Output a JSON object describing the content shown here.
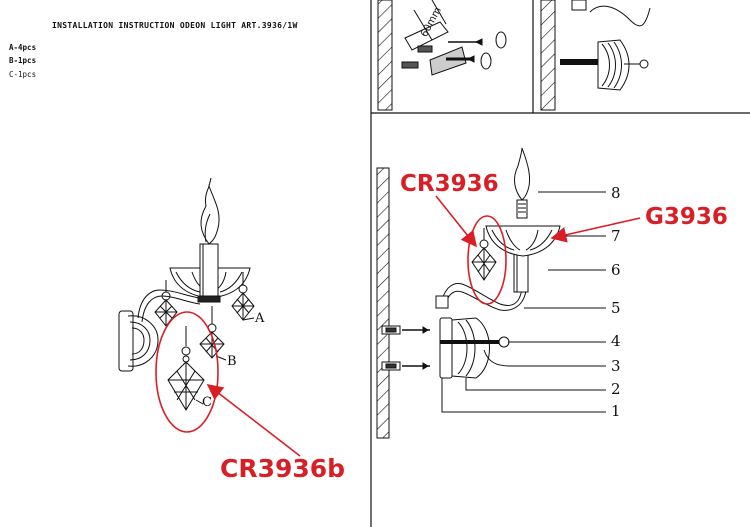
{
  "header": {
    "title": "INSTALLATION INSTRUCTION ODEON LIGHT ART.3936/1W"
  },
  "parts_list": [
    {
      "text": "A-4pcs",
      "bold": true
    },
    {
      "text": "B-1pcs",
      "bold": true
    },
    {
      "text": "C-1pcs",
      "bold": false
    }
  ],
  "left_labels": {
    "a": "A",
    "b": "B",
    "c": "C"
  },
  "red_labels": {
    "pendant_left": "CR3936b",
    "pendant_right": "CR3936",
    "bobeche": "G3936"
  },
  "dimension": "60mm",
  "callouts": [
    "1",
    "2",
    "3",
    "4",
    "5",
    "6",
    "7",
    "8"
  ],
  "colors": {
    "accent_red": "#d91f26",
    "line": "#111111"
  }
}
